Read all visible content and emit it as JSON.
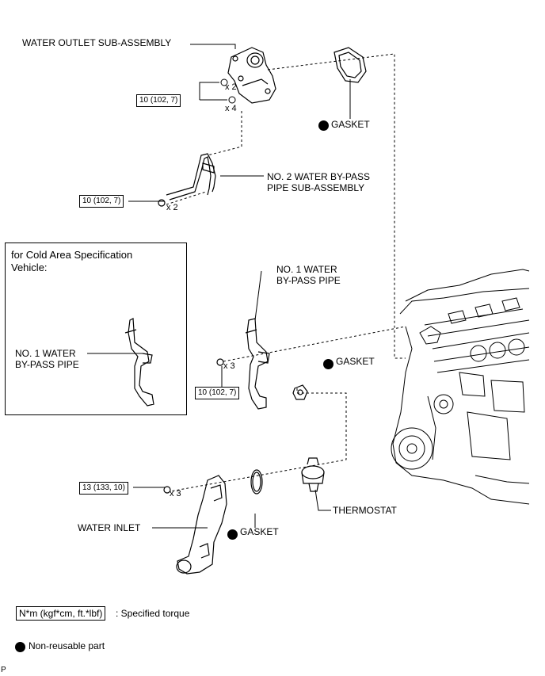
{
  "labels": {
    "water_outlet": "WATER OUTLET SUB-ASSEMBLY",
    "gasket_top": "GASKET",
    "no2_bypass_line1": "NO. 2 WATER BY-PASS",
    "no2_bypass_line2": "PIPE SUB-ASSEMBLY",
    "cold_area_line1": "for Cold Area Specification",
    "cold_area_line2": "Vehicle:",
    "cold_no1_line1": "NO. 1 WATER",
    "cold_no1_line2": "BY-PASS PIPE",
    "no1_bypass_line1": "NO. 1 WATER",
    "no1_bypass_line2": "BY-PASS PIPE",
    "gasket_mid": "GASKET",
    "thermostat": "THERMOSTAT",
    "water_inlet": "WATER INLET",
    "gasket_bottom": "GASKET"
  },
  "torques": {
    "outlet": "10 (102, 7)",
    "no2_pipe": "10 (102, 7)",
    "no1_pipe": "10 (102, 7)",
    "inlet": "13 (133, 10)"
  },
  "quantities": {
    "outlet_a": "x 2",
    "outlet_b": "x 4",
    "no2_pipe": "x 2",
    "no1_pipe": "x 3",
    "inlet": "x 3"
  },
  "legend": {
    "torque_unit": "N*m (kgf*cm, ft.*lbf)",
    "torque_desc": ": Specified torque",
    "nonreusable": "Non-reusable part"
  },
  "footer": "P"
}
